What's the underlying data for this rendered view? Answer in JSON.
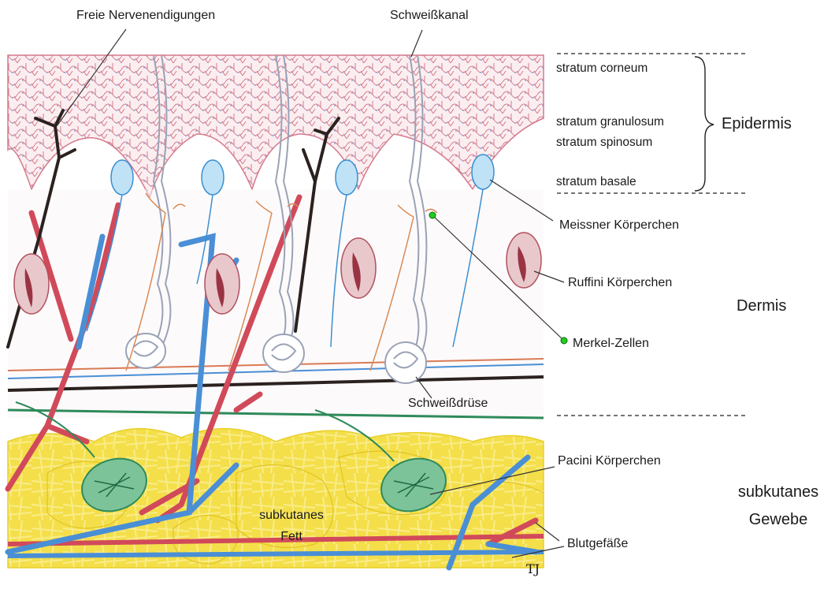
{
  "labels": {
    "free_nerve_endings": "Freie Nervenendigungen",
    "sweat_duct": "Schweißkanal",
    "stratum_corneum": "stratum corneum",
    "stratum_granulosum": "stratum granulosum",
    "stratum_spinosum": "stratum spinosum",
    "stratum_basale": "stratum basale",
    "epidermis": "Epidermis",
    "meissner": "Meissner  Körperchen",
    "ruffini": "Ruffini Körperchen",
    "dermis": "Dermis",
    "merkel": "Merkel-Zellen",
    "sweat_gland": "Schweißdrüse",
    "pacini": "Pacini Körperchen",
    "subcutaneous_line1": "subkutanes",
    "subcutaneous_line2": "Gewebe",
    "fat_line1": "subkutanes",
    "fat_line2": "Fett",
    "blood_vessels": "Blutgefäße",
    "signature": "TJ"
  },
  "colors": {
    "epidermis_lines": "#d9788a",
    "artery": "#d14a5a",
    "vein": "#4a8fd6",
    "nerve": "#2b2220",
    "merkel_dot": "#22cc22",
    "fat": "#f2dc3c",
    "pacini": "#2e8a5a"
  }
}
